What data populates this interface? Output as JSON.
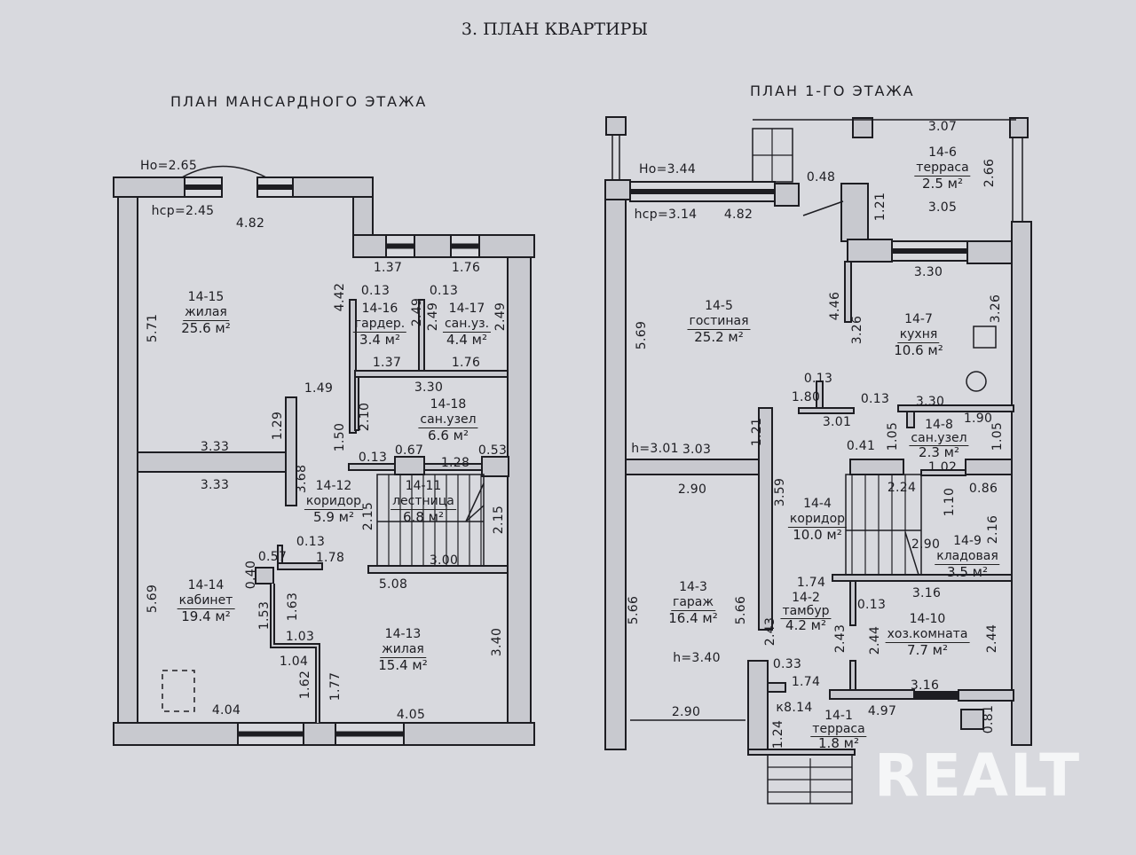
{
  "title": "3. ПЛАН КВАРТИРЫ",
  "left_plan": {
    "title": "ПЛАН МАНСАРДНОГО ЭТАЖА",
    "heights": [
      "Hо=2.65",
      "hср=2.45"
    ],
    "rooms": [
      {
        "number": "14-15",
        "name": "жилая",
        "area": "25.6 м²"
      },
      {
        "number": "14-16",
        "name": "гардер.",
        "area": "3.4 м²"
      },
      {
        "number": "14-17",
        "name": "сан.уз.",
        "area": "4.4 м²"
      },
      {
        "number": "14-18",
        "name": "сан.узел",
        "area": "6.6 м²"
      },
      {
        "number": "14-12",
        "name": "коридор",
        "area": "5.9 м²"
      },
      {
        "number": "14-11",
        "name": "лестница",
        "area": "6.8 м²"
      },
      {
        "number": "14-14",
        "name": "кабинет",
        "area": "19.4 м²"
      },
      {
        "number": "14-13",
        "name": "жилая",
        "area": "15.4 м²"
      }
    ],
    "dimensions": [
      "4.82",
      "1.37",
      "1.76",
      "5.71",
      "4.42",
      "0.13",
      "0.13",
      "2.49",
      "2.49",
      "2.49",
      "1.37",
      "1.76",
      "3.30",
      "1.49",
      "1.29",
      "2.10",
      "1.50",
      "3.33",
      "0.13",
      "0.67",
      "1.28",
      "0.53",
      "3.33",
      "3.68",
      "2.15",
      "2.15",
      "0.13",
      "0.57",
      "1.78",
      "3.00",
      "0.40",
      "5.08",
      "5.69",
      "1.53",
      "1.63",
      "1.03",
      "1.04",
      "1.62",
      "1.77",
      "4.04",
      "4.05",
      "3.40"
    ]
  },
  "right_plan": {
    "title": "ПЛАН 1-ГО ЭТАЖА",
    "heights": [
      "Hо=3.44",
      "hср=3.14",
      "h=3.01",
      "h=3.40"
    ],
    "rooms": [
      {
        "number": "14-6",
        "name": "терраса",
        "area": "2.5 м²"
      },
      {
        "number": "14-5",
        "name": "гостиная",
        "area": "25.2 м²"
      },
      {
        "number": "14-7",
        "name": "кухня",
        "area": "10.6 м²"
      },
      {
        "number": "14-8",
        "name": "сан.узел",
        "area": "2.3 м²"
      },
      {
        "number": "14-4",
        "name": "коридор",
        "area": "10.0 м²"
      },
      {
        "number": "14-9",
        "name": "кладовая",
        "area": "3.5 м²"
      },
      {
        "number": "14-3",
        "name": "гараж",
        "area": "16.4 м²"
      },
      {
        "number": "14-2",
        "name": "тамбур",
        "area": "4.2 м²"
      },
      {
        "number": "14-10",
        "name": "хоз.комната",
        "area": "7.7 м²"
      },
      {
        "number": "14-1",
        "name": "терраса",
        "area": "1.8 м²"
      }
    ],
    "dimensions": [
      "3.07",
      "0.48",
      "2.66",
      "1.21",
      "3.05",
      "4.82",
      "3.30",
      "4.46",
      "3.26",
      "3.26",
      "5.69",
      "0.13",
      "1.80",
      "0.13",
      "3.01",
      "3.30",
      "1.90",
      "1.05",
      "1.05",
      "1.21",
      "3.03",
      "0.41",
      "1.02",
      "2.24",
      "0.86",
      "1.10",
      "2.90",
      "3.59",
      "2.16",
      "2.90",
      "1.74",
      "3.16",
      "0.13",
      "5.66",
      "5.66",
      "2.43",
      "2.43",
      "2.44",
      "2.44",
      "0.33",
      "1.74",
      "3.16",
      "4.97",
      "0.81",
      "2.90",
      "к8.14",
      "1.24"
    ]
  },
  "watermark": "REALT",
  "colors": {
    "background": "#d8d9de",
    "wall_fill": "#c8c9cf",
    "ink": "#1d1d22"
  }
}
